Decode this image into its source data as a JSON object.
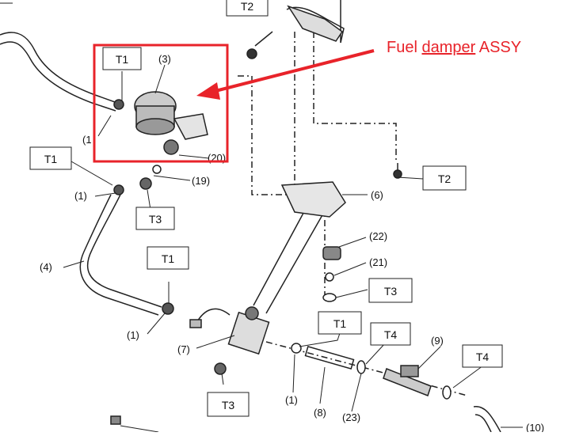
{
  "callout": {
    "text_prefix": "Fuel ",
    "text_underlined": "damper",
    "text_suffix": " ASSY",
    "color": "#e8232a"
  },
  "torque_labels": {
    "top_t2": "T2",
    "t1_damper": "T1",
    "t1_left": "T1",
    "t3_upper": "T3",
    "t1_hose": "T1",
    "t2_right": "T2",
    "t3_right": "T3",
    "t1_pump": "T1",
    "t4_middle": "T4",
    "t4_right": "T4",
    "t3_bottom": "T3"
  },
  "part_numbers": {
    "p3": "(3)",
    "p1_a": "(1",
    "p20": "(20)",
    "p19": "(19)",
    "p1_b": "(1)",
    "p4": "(4)",
    "p1_c": "(1)",
    "p6": "(6)",
    "p22": "(22)",
    "p21": "(21)",
    "p7": "(7)",
    "p1_d": "(1)",
    "p8": "(8)",
    "p23": "(23)",
    "p9": "(9)",
    "p10": "(10)"
  },
  "icons": [
    "bolt-icon",
    "clamp-icon",
    "hose-icon",
    "arrow-icon"
  ]
}
